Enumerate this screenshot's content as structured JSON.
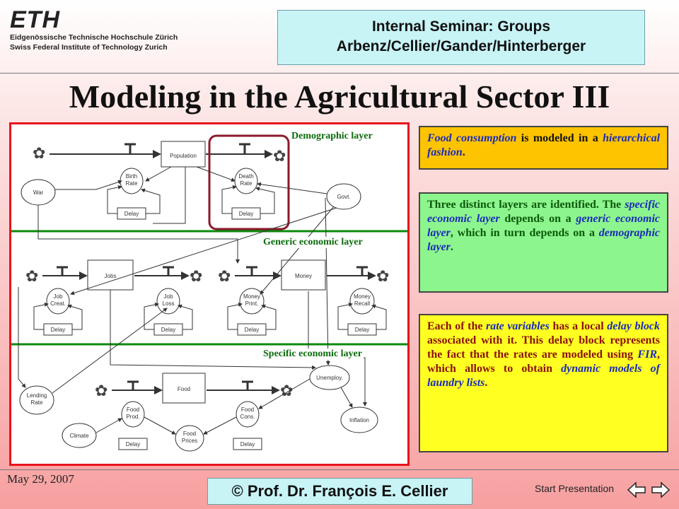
{
  "header": {
    "logo_text": "ETH",
    "logo_line1": "Eidgenössische Technische Hochschule Zürich",
    "logo_line2": "Swiss Federal Institute of Technology Zurich",
    "seminar_line1": "Internal Seminar: Groups",
    "seminar_line2": "Arbenz/Cellier/Gander/Hinterberger"
  },
  "title": "Modeling in the Agricultural Sector III",
  "diagram": {
    "layers": [
      "Demographic layer",
      "Generic economic layer",
      "Specific economic layer"
    ],
    "nodes": {
      "population": "Population",
      "birth_rate_1": "Birth",
      "birth_rate_2": "Rate",
      "death_rate_1": "Death",
      "death_rate_2": "Rate",
      "war": "War",
      "govt": "Govt.",
      "jobs": "Jobs",
      "job_creat_1": "Job",
      "job_creat_2": "Creat.",
      "job_loss_1": "Job",
      "job_loss_2": "Loss",
      "money": "Money",
      "money_print_1": "Money",
      "money_print_2": "Print.",
      "money_recall_1": "Money",
      "money_recall_2": "Recall",
      "food": "Food",
      "food_prod_1": "Food",
      "food_prod_2": "Prod.",
      "food_cons_1": "Food",
      "food_cons_2": "Cons.",
      "food_prices_1": "Food",
      "food_prices_2": "Prices",
      "lending_1": "Lending",
      "lending_2": "Rate",
      "climate": "Climate",
      "unemploy": "Unemploy.",
      "inflation": "Inflation",
      "delay": "Delay"
    }
  },
  "boxes": {
    "box1": {
      "p1": "Food consumption",
      "p2": " is modeled in a ",
      "p3": "hierarchical fashion",
      "p4": "."
    },
    "box2": {
      "p1": "Three distinct layers are identified. The ",
      "p2": "specific economic layer",
      "p3": " depends on a ",
      "p4": "generic economic layer",
      "p5": ", which in turn depends on a ",
      "p6": "demographic layer",
      "p7": "."
    },
    "box3": {
      "p1": "Each of the ",
      "p2": "rate variables",
      "p3": " has a local ",
      "p4": "delay block",
      "p5": " associated with it. This delay block represents the fact that the rates are modeled using ",
      "p6": "FIR",
      "p7": ", which allows to obtain ",
      "p8": "dynamic models of laundry lists",
      "p9": "."
    }
  },
  "footer": {
    "date": "May 29, 2007",
    "copyright": "© Prof. Dr. François E. Cellier",
    "start": "Start Presentation"
  },
  "colors": {
    "frame_red": "#e8141c",
    "layer_green": "#0b8a0b",
    "highlight_maroon": "#8b1a2a"
  }
}
